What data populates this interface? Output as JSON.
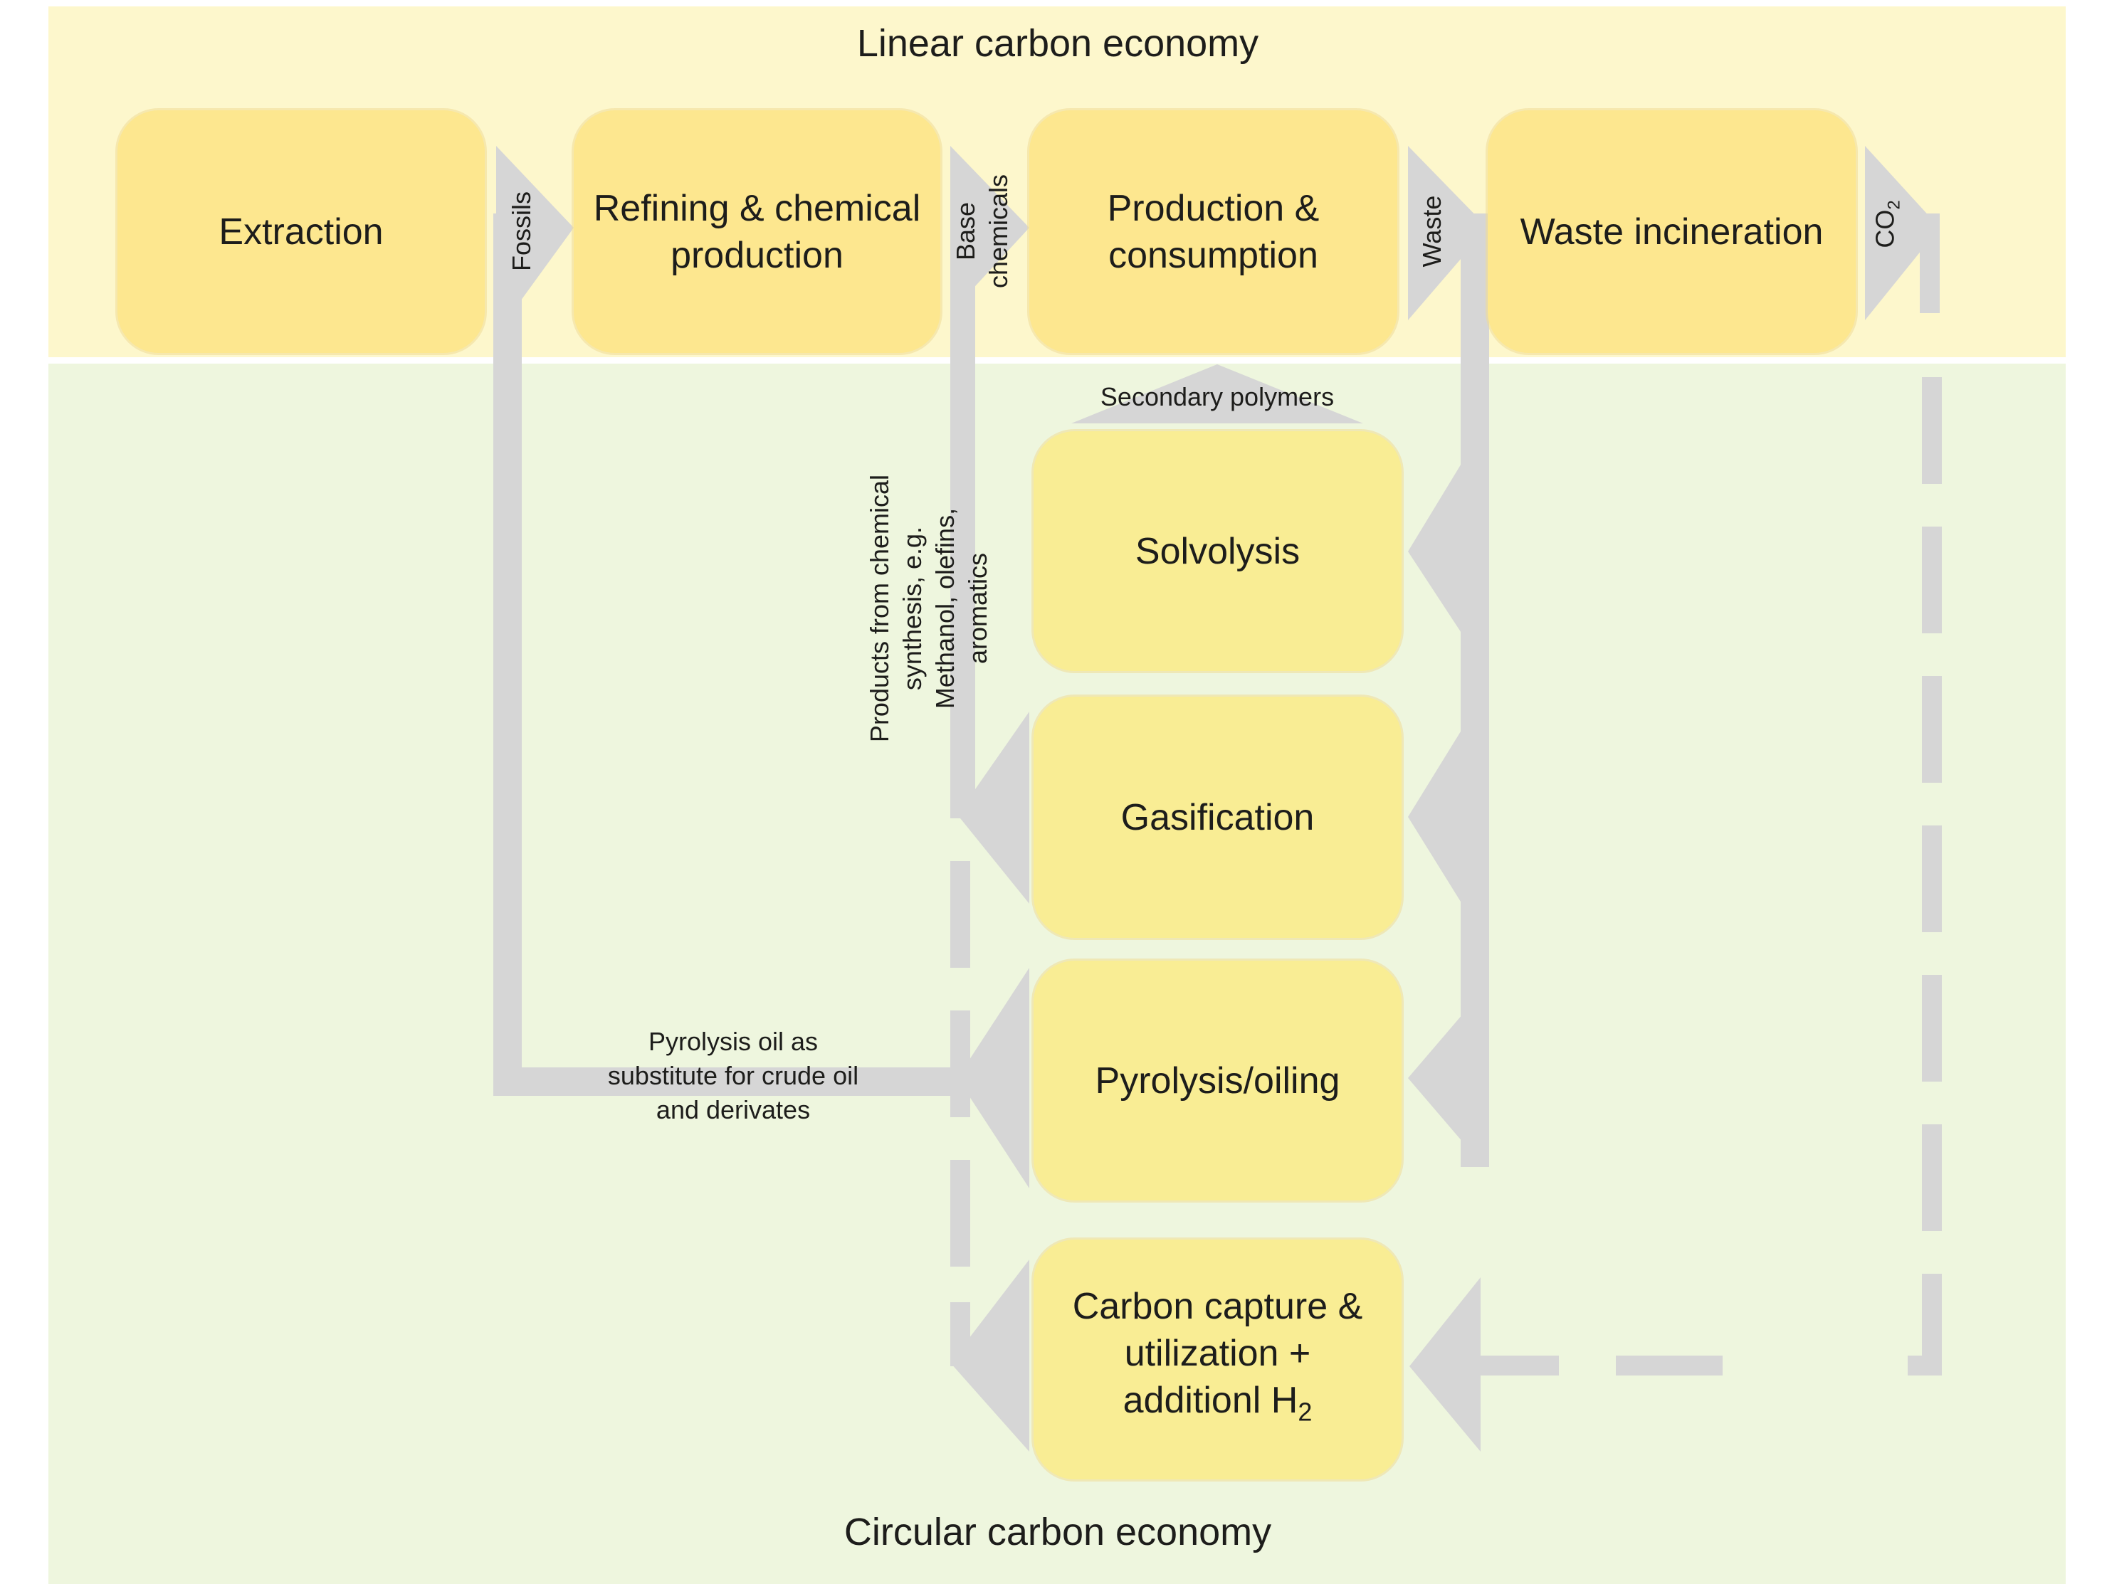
{
  "headings": {
    "linear": "Linear carbon economy",
    "circular": "Circular carbon economy"
  },
  "top_boxes": [
    {
      "label_lines": [
        "Extraction"
      ]
    },
    {
      "label_lines": [
        "Refining & chemical",
        "production"
      ]
    },
    {
      "label_lines": [
        "Production &",
        "consumption"
      ]
    },
    {
      "label_lines": [
        "Waste incineration"
      ]
    }
  ],
  "column_boxes": [
    {
      "label_lines": [
        "Solvolysis"
      ]
    },
    {
      "label_lines": [
        "Gasification"
      ]
    },
    {
      "label_lines": [
        "Pyrolysis/oiling"
      ]
    },
    {
      "label_lines": [
        "Carbon capture &",
        "utilization +"
      ],
      "last_line_text": "additionl H",
      "last_line_sub": "2"
    }
  ],
  "flow_labels": {
    "fossils": "Fossils",
    "base_chemicals": [
      "Base",
      "chemicals"
    ],
    "waste": "Waste",
    "co2_main": "CO",
    "co2_sub": "2",
    "secondary_polymers": "Secondary polymers",
    "products": [
      "Products from chemical",
      "synthesis, e.g.",
      "Methanol, olefins,",
      "aromatics"
    ],
    "pyrolysis_oil": [
      "Pyrolysis oil as",
      "substitute for crude oil",
      "and derivates"
    ]
  },
  "colors": {
    "linear_band": "#fdf7cc",
    "circular_band": "#eef6de",
    "box_top": "#fde78f",
    "box_column": "#f9ed94",
    "arrow": "#d6d6d6"
  }
}
